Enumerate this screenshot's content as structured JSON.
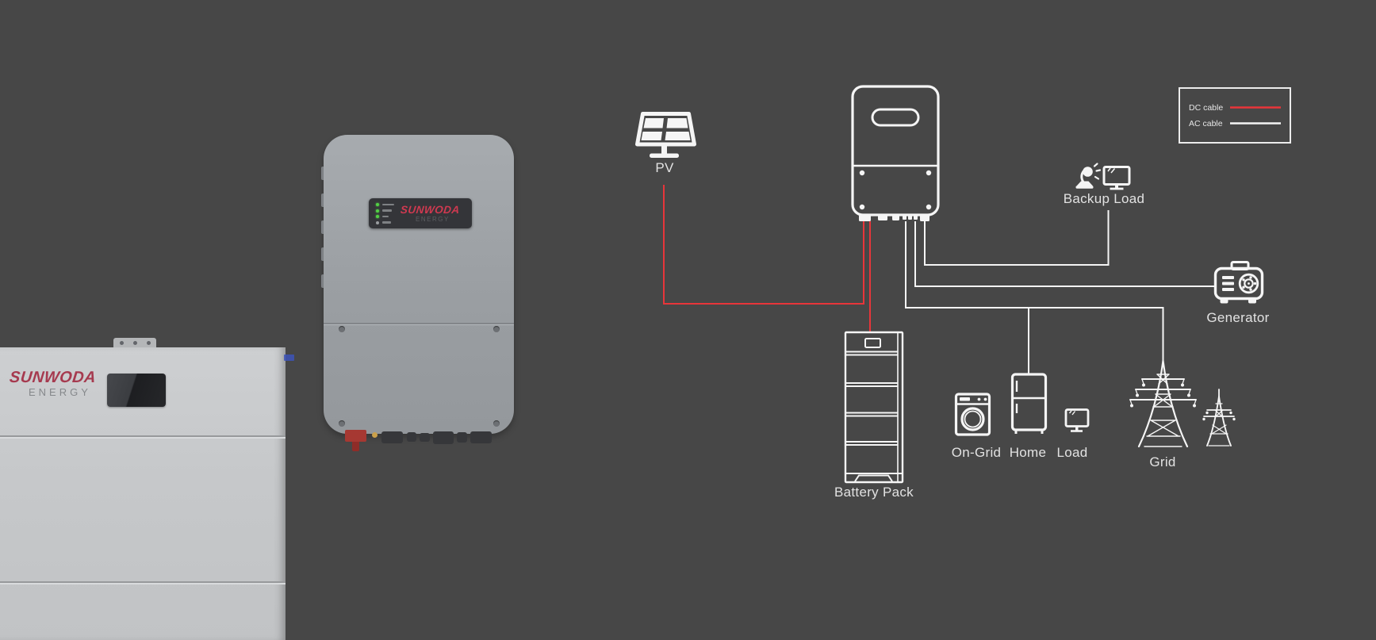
{
  "colors": {
    "background": "#474747",
    "dc_cable": "#e8353a",
    "ac_cable": "#f5f5f5",
    "icon_stroke": "#f5f5f5",
    "label_text": "#e2e2e2"
  },
  "legend": {
    "dc_label": "DC cable",
    "ac_label": "AC cable"
  },
  "diagram": {
    "labels": {
      "pv": "PV",
      "backup_load": "Backup Load",
      "generator": "Generator",
      "battery_pack": "Battery Pack",
      "on_grid": "On-Grid",
      "home": "Home",
      "load": "Load",
      "grid": "Grid"
    },
    "connections": [
      {
        "from": "PV",
        "to": "Inverter",
        "cable": "DC"
      },
      {
        "from": "Inverter",
        "to": "Battery Pack",
        "cable": "DC"
      },
      {
        "from": "Inverter",
        "to": "Backup Load",
        "cable": "AC"
      },
      {
        "from": "Inverter",
        "to": "Generator",
        "cable": "AC"
      },
      {
        "from": "Inverter",
        "to": "Home loads (On-Grid / Home / Load)",
        "cable": "AC"
      },
      {
        "from": "Inverter",
        "to": "Grid",
        "cable": "AC"
      }
    ],
    "icons": [
      "pv-icon",
      "inverter-icon",
      "battery-pack-icon",
      "desk-lamp-icon",
      "monitor-icon",
      "generator-icon",
      "washing-machine-icon",
      "fridge-icon",
      "load-monitor-icon",
      "grid-towers-icon"
    ]
  },
  "products": {
    "battery_photo": {
      "brand": "SUNWODA",
      "brand_sub": "ENERGY"
    },
    "inverter_photo": {
      "brand": "SUNWODA",
      "brand_sub": "ENERGY"
    }
  }
}
